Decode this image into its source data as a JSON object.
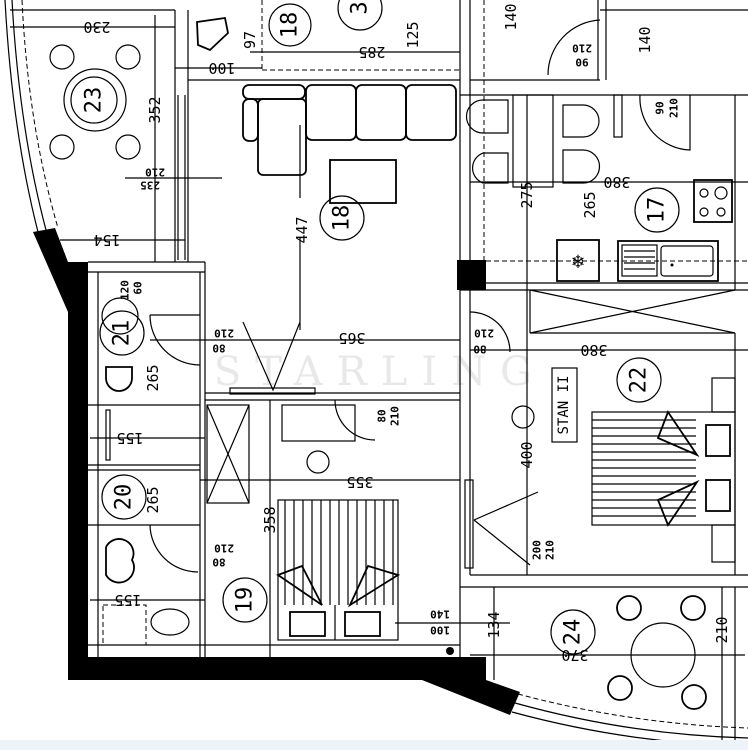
{
  "plan": {
    "unit_label": "STAN II",
    "watermark": "STARLING",
    "rooms": [
      "17",
      "18",
      "18",
      "19",
      "20",
      "21",
      "22",
      "23",
      "24",
      "3"
    ],
    "dimensions": [
      "230",
      "352",
      "210",
      "235",
      "154",
      "100",
      "97",
      "285",
      "125",
      "140",
      "210",
      "90",
      "140",
      "90",
      "210",
      "380",
      "275",
      "265",
      "447",
      "120",
      "60",
      "210",
      "80",
      "365",
      "210",
      "80",
      "380",
      "265",
      "80",
      "210",
      "400",
      "155",
      "355",
      "265",
      "358",
      "210",
      "80",
      "200",
      "210",
      "155",
      "140",
      "100",
      "134",
      "370",
      "210"
    ]
  }
}
